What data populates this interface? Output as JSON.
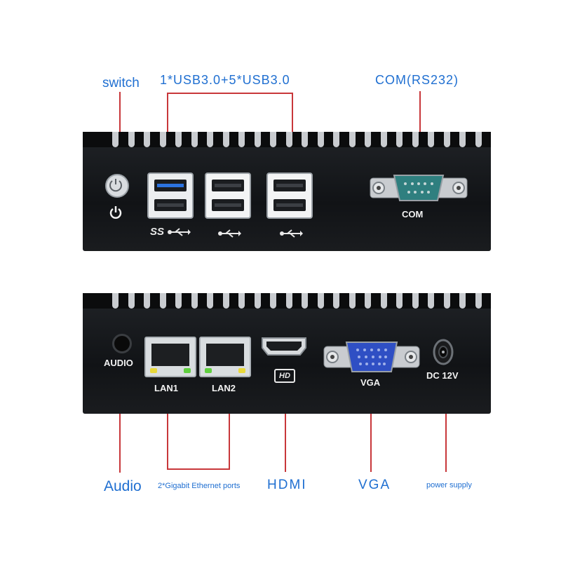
{
  "annotations": {
    "switch": "switch",
    "usb": "1*USB3.0+5*USB3.0",
    "com": "COM(RS232)",
    "audio": "Audio",
    "lan": "2*Gigabit Ethernet ports",
    "hdmi": "HDMI",
    "vga": "VGA",
    "power": "power supply"
  },
  "front_panel": {
    "com_label": "COM",
    "ss_usb_logo": "SS",
    "usb_icons": [
      "usb-icon",
      "usb-icon",
      "usb-icon"
    ],
    "power_icon": "power-icon"
  },
  "rear_panel": {
    "audio_label": "AUDIO",
    "lan1_label": "LAN1",
    "lan2_label": "LAN2",
    "hd_logo": "HD",
    "vga_label": "VGA",
    "dc_label": "DC 12V"
  },
  "colors": {
    "label_blue": "#1f6fd1",
    "leader_red": "#c8373a",
    "chassis": "#16181b",
    "usb3_blue": "#2c73e0",
    "vga_blue": "#2f4fc4",
    "com_teal": "#2f7f7f",
    "led_yellow": "#e8d83a",
    "led_green": "#5fcf3f"
  }
}
